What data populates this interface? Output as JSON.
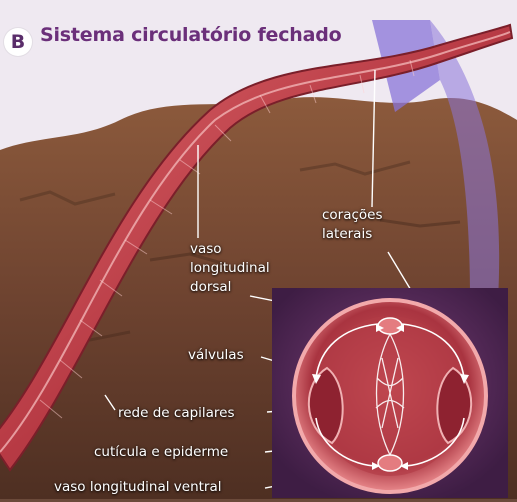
{
  "figure": {
    "badge": "B",
    "title": "Sistema circulatório fechado"
  },
  "labels": {
    "coracoes_line1": "corações",
    "coracoes_line2": "laterais",
    "vaso_dorsal_line1": "vaso",
    "vaso_dorsal_line2": "longitudinal",
    "vaso_dorsal_line3": "dorsal",
    "valvulas": "válvulas",
    "rede": "rede de capilares",
    "cuticula": "cutícula e epiderme",
    "vaso_ventral": "vaso longitudinal ventral"
  },
  "colors": {
    "title": "#6b2f7a",
    "worm": "#c9444a",
    "soil": "#7a4a33",
    "inset_bg": "#5a2e5e",
    "highlight": "#8a74d8"
  }
}
